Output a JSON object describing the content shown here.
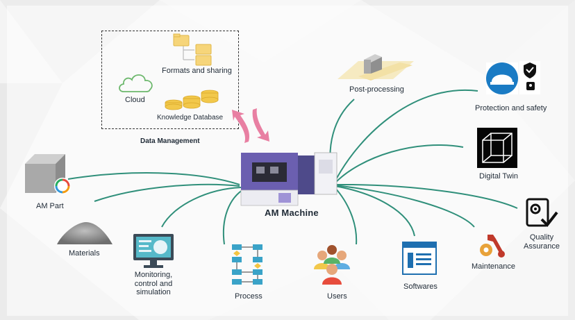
{
  "diagram": {
    "center": {
      "label": "AM Machine"
    },
    "data_management": {
      "title": "Data Management",
      "items": {
        "formats": "Formats and sharing",
        "cloud": "Cloud",
        "knowledge": "Knowledge Database"
      }
    },
    "nodes": {
      "post_processing": "Post-processing",
      "protection": "Protection and safety",
      "digital_twin": "Digital Twin",
      "quality_line1": "Quality",
      "quality_line2": "Assurance",
      "maintenance": "Maintenance",
      "softwares": "Softwares",
      "users": "Users",
      "process": "Process",
      "monitoring_line1": "Monitoring,",
      "monitoring_line2": "control and",
      "monitoring_line3": "simulation",
      "materials": "Materials",
      "am_part": "AM Part"
    }
  },
  "colors": {
    "connector": "#2f8f7a",
    "arrow": "#e87fa2",
    "folder": "#f6d57a",
    "database": "#f2c84b",
    "machine_purple": "#5b4fa0",
    "monitor": "#56b9c9"
  },
  "icons": [
    "folder-icon",
    "cloud-icon",
    "database-icon",
    "refresh-arrows-icon",
    "cube-icon",
    "powder-icon",
    "monitor-icon",
    "flowchart-icon",
    "users-icon",
    "software-window-icon",
    "gears-wrench-icon",
    "quality-check-icon",
    "wireframe-cube-icon",
    "helmet-shield-icon",
    "machine-icon"
  ]
}
